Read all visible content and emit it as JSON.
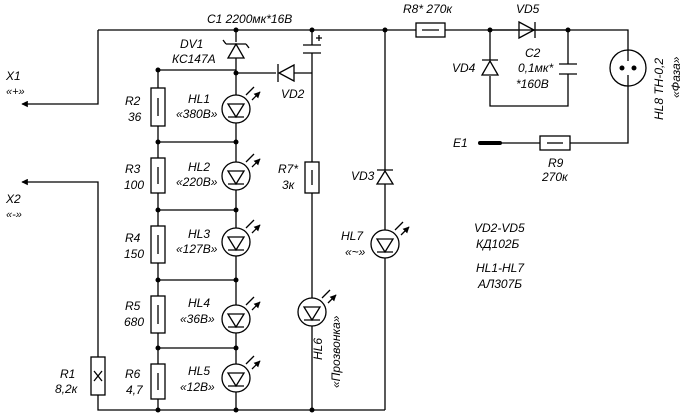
{
  "labels": {
    "X1": "X1",
    "X1_sign": "«+»",
    "X2": "X2",
    "X2_sign": "«-»",
    "C1": "C1 2200мк*16В",
    "DV1": "DV1",
    "DV1_type": "КС147А",
    "VD2": "VD2",
    "R8": "R8* 270к",
    "VD5": "VD5",
    "VD4": "VD4",
    "C2": "C2",
    "C2_value": "0,1мк*",
    "C2_voltage": "*160В",
    "HL8": "HL8 ТН-0,2",
    "HL8_label": "«Фаза»",
    "E1": "E1",
    "R9": "R9",
    "R9_value": "270к",
    "R2": "R2",
    "R2_value": "36",
    "R3": "R3",
    "R3_value": "100",
    "R4": "R4",
    "R4_value": "150",
    "R5": "R5",
    "R5_value": "680",
    "R6": "R6",
    "R6_value": "4,7",
    "R1": "R1",
    "R1_value": "8,2к",
    "HL1": "HL1",
    "HL1_label": "«380В»",
    "HL2": "HL2",
    "HL2_label": "«220В»",
    "HL3": "HL3",
    "HL3_label": "«127В»",
    "HL4": "HL4",
    "HL4_label": "«36В»",
    "HL5": "HL5",
    "HL5_label": "«12В»",
    "R7": "R7*",
    "R7_value": "3к",
    "VD3": "VD3",
    "HL7": "HL7",
    "HL7_label": "«~»",
    "HL6": "HL6",
    "HL6_label": "«Прозвонка»",
    "note_vd": "VD2-VD5",
    "note_vd_type": "КД102Б",
    "note_hl": "HL1-HL7",
    "note_hl_type": "АЛ307Б"
  }
}
